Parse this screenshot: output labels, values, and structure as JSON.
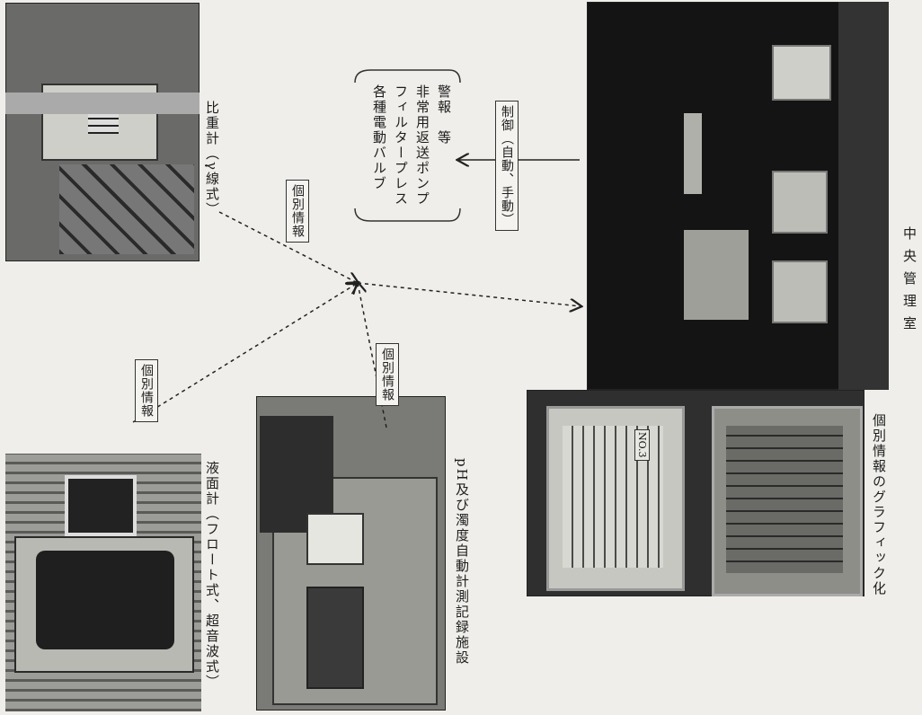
{
  "photos": {
    "hijuryokei": {
      "caption": "比重計（γ線式）"
    },
    "ekimenkei": {
      "caption": "液面計（フロート式、超音波式）"
    },
    "ph_kiroku": {
      "caption": "pH及び濁度自動計測記録施設"
    },
    "chuo_kanrishitsu": {
      "caption": "中央管理室"
    },
    "graphic": {
      "caption": "個別情報のグラフィック化"
    }
  },
  "flow_labels": {
    "kobetsu_top": "個別情報",
    "kobetsu_left": "個別情報",
    "kobetsu_mid": "個別情報",
    "seigyo": "制御（自動、手動）"
  },
  "control_targets": {
    "items": [
      "各種電動バルブ",
      "フィルタープレス",
      "非常用返送ポンプ",
      "警報　等"
    ]
  },
  "panel_marker": "NO.3"
}
